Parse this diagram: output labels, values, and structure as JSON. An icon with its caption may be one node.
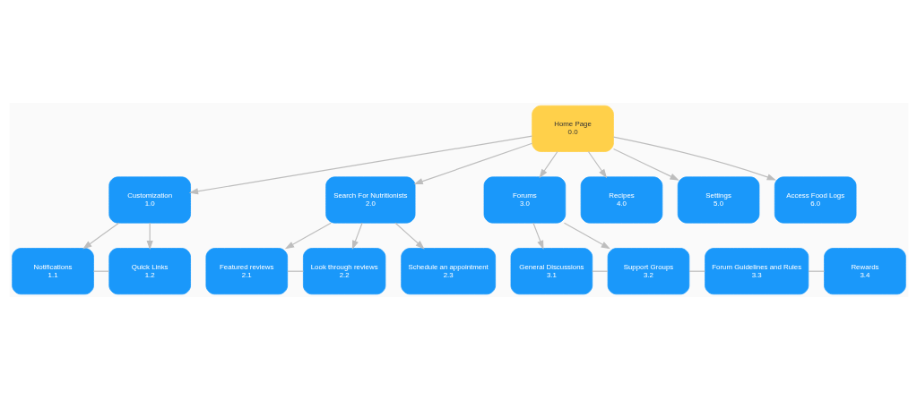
{
  "diagram": {
    "nodes": [
      {
        "text": [
          "Home Page",
          "0.0"
        ]
      },
      {
        "text": [
          "Customization",
          "1.0"
        ]
      },
      {
        "text": [
          "Notifications",
          "1.1"
        ]
      },
      {
        "text": [
          "Quick Links",
          "1.2"
        ]
      },
      {
        "text": [
          "Search For Nutritionists",
          "2.0"
        ]
      },
      {
        "text": [
          "Featured reviews",
          "2.1"
        ]
      },
      {
        "text": [
          "Look through reviews",
          "2.2"
        ]
      },
      {
        "text": [
          "Schedule an appointment",
          "2.3"
        ]
      },
      {
        "text": [
          "Forums",
          "3.0"
        ]
      },
      {
        "text": [
          "General Discussions",
          "3.1"
        ]
      },
      {
        "text": [
          "Support Groups",
          "3.2"
        ]
      },
      {
        "text": [
          "Forum Guidelines and Rules",
          "3.3"
        ]
      },
      {
        "text": [
          "Rewards",
          "3.4"
        ]
      },
      {
        "text": [
          "Recipes",
          "4.0"
        ]
      },
      {
        "text": [
          "Settings",
          "5.0"
        ]
      },
      {
        "text": [
          "Access Food Logs",
          "6.0"
        ]
      }
    ],
    "edges": [
      {
        "from": 0,
        "to": 1,
        "arrow": "to"
      },
      {
        "from": 0,
        "to": 4,
        "arrow": "to"
      },
      {
        "from": 0,
        "to": 8,
        "arrow": "to"
      },
      {
        "from": 0,
        "to": 13,
        "arrow": "to"
      },
      {
        "from": 0,
        "to": 14,
        "arrow": "to"
      },
      {
        "from": 0,
        "to": 15,
        "arrow": "to"
      },
      {
        "from": 1,
        "to": 2,
        "arrow": "to"
      },
      {
        "from": 1,
        "to": 3,
        "arrow": "to"
      },
      {
        "from": 2,
        "to": 3,
        "arrow": "none"
      },
      {
        "from": 4,
        "to": 5,
        "arrow": "to"
      },
      {
        "from": 4,
        "to": 6,
        "arrow": "to"
      },
      {
        "from": 4,
        "to": 7,
        "arrow": "to"
      },
      {
        "from": 5,
        "to": 6,
        "arrow": "none"
      },
      {
        "from": 8,
        "to": 9,
        "arrow": "to"
      },
      {
        "from": 8,
        "to": 10,
        "arrow": "to"
      },
      {
        "from": 9,
        "to": 10,
        "arrow": "none"
      },
      {
        "from": 10,
        "to": 11,
        "arrow": "none"
      },
      {
        "from": 11,
        "to": 12,
        "arrow": "none"
      }
    ]
  }
}
